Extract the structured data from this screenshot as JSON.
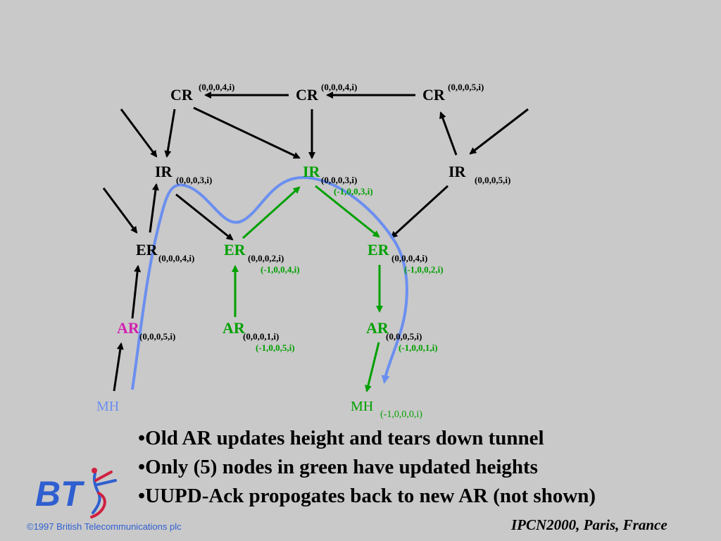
{
  "nodes": {
    "cr1": {
      "name": "CR",
      "label": "(0,0,0,4,i)"
    },
    "cr2": {
      "name": "CR",
      "label": "(0,0,0,4,i)"
    },
    "cr3": {
      "name": "CR",
      "label": "(0,0,0,5,i)"
    },
    "ir1": {
      "name": "IR",
      "label": "(0,0,0,3,i)"
    },
    "ir2": {
      "name": "IR",
      "label": "(0,0,0,3,i)",
      "new_label": "(-1,0,0,3,i)"
    },
    "ir3": {
      "name": "IR",
      "label": "(0,0,0,5,i)"
    },
    "er1": {
      "name": "ER",
      "label": "(0,0,0,4,i)"
    },
    "er2": {
      "name": "ER",
      "label": "(0,0,0,2,i)",
      "new_label": "(-1,0,0,4,i)"
    },
    "er3": {
      "name": "ER",
      "label": "(0,0,0,4,i)",
      "new_label": "(-1,0,0,2,i)"
    },
    "ar1": {
      "name": "AR",
      "label": "(0,0,0,5,i)"
    },
    "ar2": {
      "name": "AR",
      "label": "(0,0,0,1,i)",
      "new_label": "(-1,0,0,5,i)"
    },
    "ar3": {
      "name": "AR",
      "label": "(0,0,0,5,i)",
      "new_label": "(-1,0,0,1,i)"
    },
    "mh1": {
      "name": "MH"
    },
    "mh2": {
      "name": "MH",
      "label": "(-1,0,0,0,i)"
    }
  },
  "bullets": [
    "•Old AR updates height and tears down tunnel",
    "•Only (5) nodes in green have updated heights",
    "•UUPD-Ack propogates back to new AR (not shown)"
  ],
  "logo_text": "BT",
  "copyright": "©1997 British Telecommunications plc",
  "footer": "IPCN2000, Paris, France",
  "colors": {
    "background": "#c9c9c9",
    "updated": "#00a000",
    "old_ar": "#d020b0",
    "path": "#6b8ff0",
    "logo": "#2f5fd0",
    "logo_figure": "#d02040"
  }
}
